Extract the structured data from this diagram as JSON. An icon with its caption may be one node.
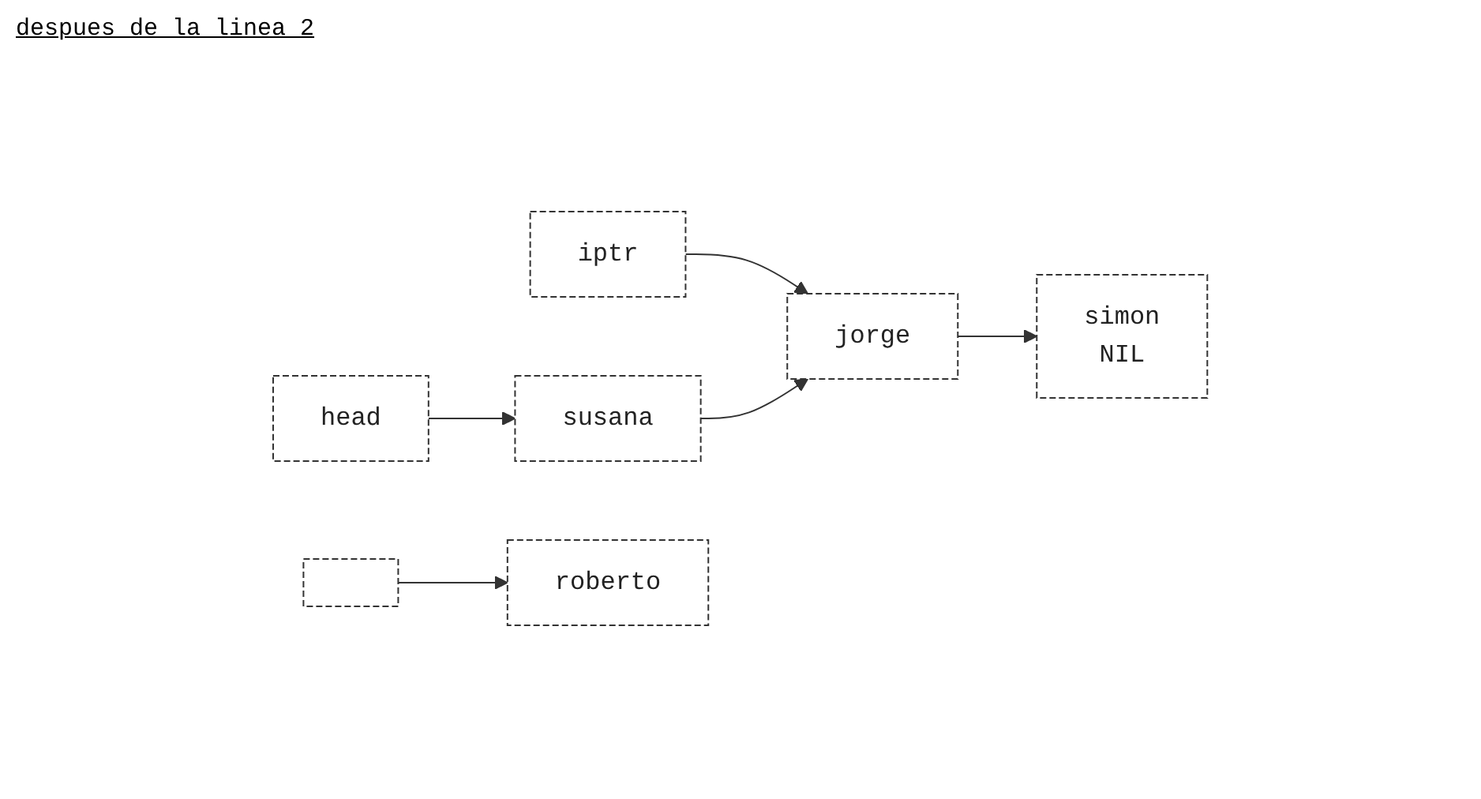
{
  "diagram": {
    "title": "despues de la linea 2",
    "nodes": [
      {
        "text": [
          "iptr"
        ]
      },
      {
        "text": [
          "head"
        ]
      },
      {
        "text": [
          "susana"
        ]
      },
      {
        "text": [
          "jorge"
        ]
      },
      {
        "text": [
          "simon",
          "NIL"
        ]
      },
      {
        "text": [],
        "shape": "box"
      },
      {
        "text": [
          "roberto"
        ]
      }
    ],
    "edges": [
      {
        "from": 0,
        "to": 3,
        "arrow": "to"
      },
      {
        "from": 1,
        "to": 2,
        "arrow": "to"
      },
      {
        "from": 2,
        "to": 3,
        "arrow": "to"
      },
      {
        "from": 3,
        "to": 4,
        "arrow": "to"
      },
      {
        "from": 5,
        "to": 6,
        "arrow": "to"
      }
    ]
  }
}
